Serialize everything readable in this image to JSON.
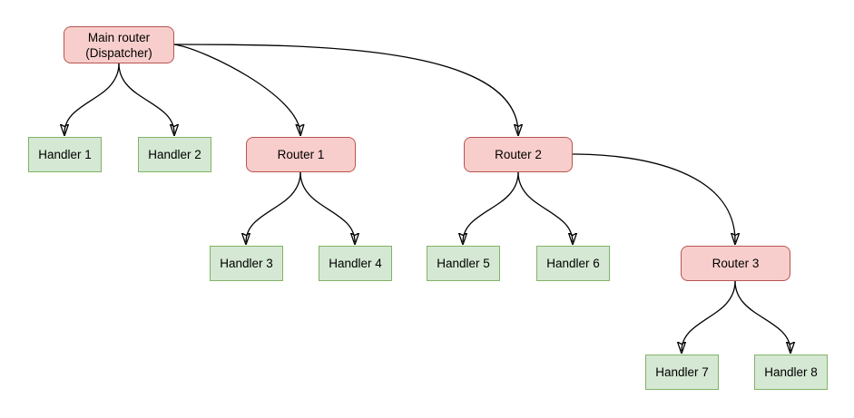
{
  "nodes": {
    "main": {
      "label": "Main router\n(Dispatcher)",
      "type": "router"
    },
    "handler1": {
      "label": "Handler 1",
      "type": "handler"
    },
    "handler2": {
      "label": "Handler 2",
      "type": "handler"
    },
    "router1": {
      "label": "Router 1",
      "type": "router"
    },
    "router2": {
      "label": "Router 2",
      "type": "router"
    },
    "handler3": {
      "label": "Handler 3",
      "type": "handler"
    },
    "handler4": {
      "label": "Handler 4",
      "type": "handler"
    },
    "handler5": {
      "label": "Handler 5",
      "type": "handler"
    },
    "handler6": {
      "label": "Handler 6",
      "type": "handler"
    },
    "router3": {
      "label": "Router 3",
      "type": "router"
    },
    "handler7": {
      "label": "Handler 7",
      "type": "handler"
    },
    "handler8": {
      "label": "Handler 8",
      "type": "handler"
    }
  },
  "edges": [
    {
      "from": "main",
      "to": "handler1"
    },
    {
      "from": "main",
      "to": "handler2"
    },
    {
      "from": "main",
      "to": "router1"
    },
    {
      "from": "main",
      "to": "router2"
    },
    {
      "from": "router1",
      "to": "handler3"
    },
    {
      "from": "router1",
      "to": "handler4"
    },
    {
      "from": "router2",
      "to": "handler5"
    },
    {
      "from": "router2",
      "to": "handler6"
    },
    {
      "from": "router2",
      "to": "router3"
    },
    {
      "from": "router3",
      "to": "handler7"
    },
    {
      "from": "router3",
      "to": "handler8"
    }
  ],
  "colors": {
    "router_fill": "#f8cecc",
    "router_stroke": "#b85450",
    "handler_fill": "#d5e8d4",
    "handler_stroke": "#82b366",
    "edge": "#000000",
    "text": "#000000",
    "background": "#ffffff"
  }
}
